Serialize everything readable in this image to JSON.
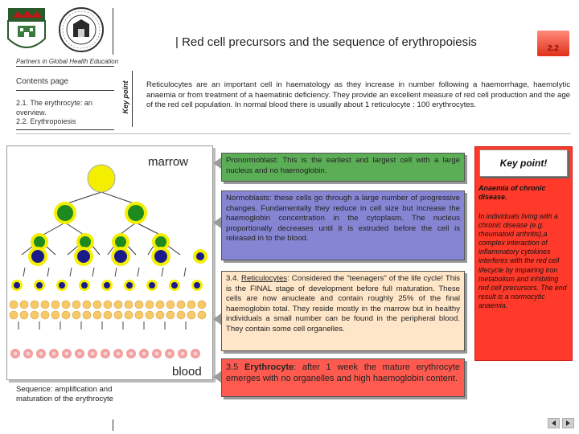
{
  "header": {
    "title": "| Red cell precursors and the sequence of erythropoiesis",
    "slide_number": "2.2",
    "partners": "Partners in Global Health Education"
  },
  "sidebar": {
    "contents_label": "Contents page",
    "items": [
      {
        "label": "2.1. The erythrocyte: an overview."
      },
      {
        "label": "2.2. Erythropoiesis"
      }
    ],
    "key_point_label": "Key point"
  },
  "key_point_text": "Reticulocytes are an important cell in haematology as they increase in number following a haemorrhage, haemolytic anaemia or from treatment of a haematinic deficiency. They provide an excellent measure of red cell production and the age of the red cell population. In normal blood there is usually about 1 reticulocyte : 100 erythrocytes.",
  "diagram": {
    "marrow_label": "marrow",
    "blood_label": "blood",
    "sequence_caption": "Sequence: amplification and maturation of the erythrocyte"
  },
  "stages": {
    "pronormoblast": "Pronormoblast: This is the earliest and largest cell with a large nucleus and no haemoglobin.",
    "normoblasts": "Normoblasts: these cells go through a large number of progressive changes. Fundamentally they reduce in cell size but increase the haemoglobin concentration in the cytoplasm. The nucleus proportionally decreases until it is extruded before the cell is released in to the blood.",
    "reticulocytes_prefix": "3.4. ",
    "reticulocytes_term": "Reticulocytes",
    "reticulocytes_text": ": Considered the \"teenagers\" of the life cycle! This is the FINAL stage of development before full maturation. These cells are now anucleate and contain roughly 25% of the final haemoglobin total. They reside mostly in the marrow but in healthy individuals a small number can be found in the peripheral blood. They contain some cell organelles.",
    "erythrocyte_prefix": "3.5 ",
    "erythrocyte_term": "Erythrocyte",
    "erythrocyte_text": ": after 1 week the mature erythrocyte emerges with no organelles and high haemoglobin content."
  },
  "key_point_panel": {
    "heading": "Key point!",
    "subheading": "Anaemia of chronic disease.",
    "body": "In individuals living with a chronic disease (e.g. rheumatoid arthritis),a complex interaction of inflammatory cytokines interferes with the red cell lifecycle by impairing iron metabolism and inhibiting red cell precursors. The end result is a normocytic anaemia."
  },
  "colors": {
    "pronormoblast_box": "#5bae56",
    "normoblast_box": "#8585d3",
    "reticulocyte_box": "#ffe6c9",
    "erythrocyte_box": "#ff5a50",
    "key_point_panel": "#ff3a2a",
    "cell_yellow": "#f4ee00",
    "nucleus_green": "#1e8a1e",
    "nucleus_navy": "#1a1a8a"
  },
  "icons": {
    "prev": "triangle-left-icon",
    "next": "triangle-right-icon"
  }
}
